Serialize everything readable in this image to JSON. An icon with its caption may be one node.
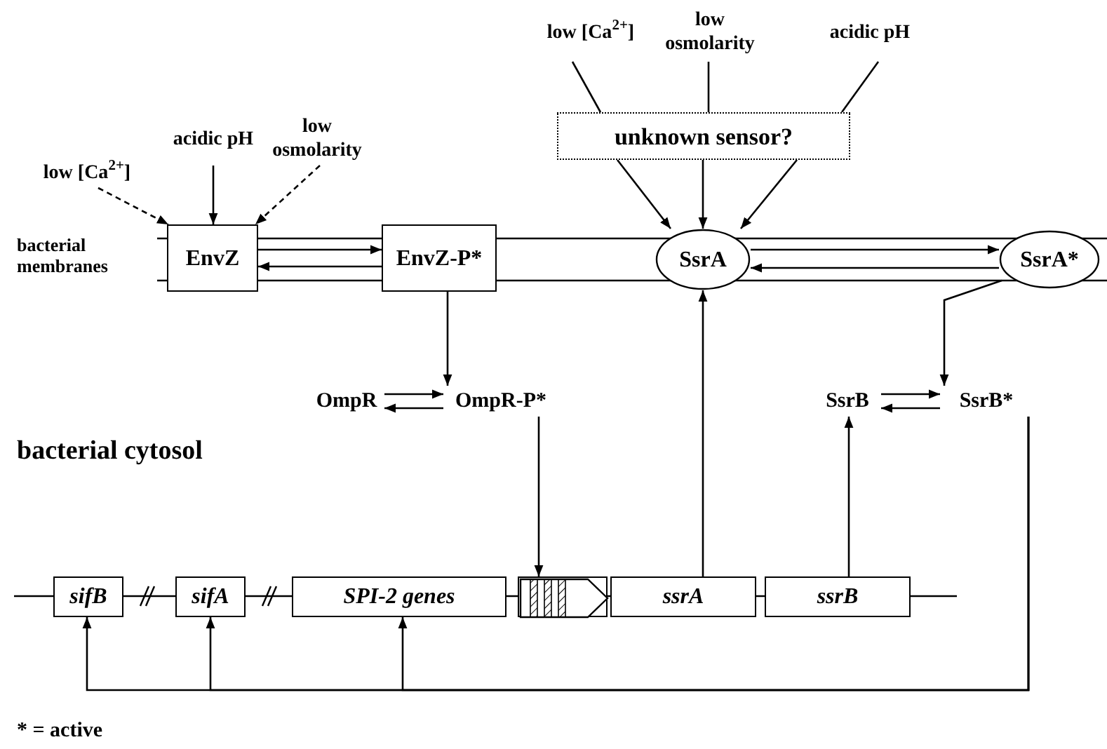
{
  "diagram": {
    "nodes": [
      {
        "text": [
          "low [Ca$^{2+}$]"
        ]
      },
      {
        "text": [
          "acidic pH"
        ]
      },
      {
        "text": [
          "low osmolarity"
        ]
      },
      {
        "text": [
          "EnvZ"
        ]
      },
      {
        "text": [
          "EnvZ-P*"
        ]
      },
      {
        "text": [
          "low [Ca$^{2+}$]"
        ]
      },
      {
        "text": [
          "low osmolarity"
        ]
      },
      {
        "text": [
          "acidic pH"
        ]
      },
      {
        "text": [
          "unknown sensor?"
        ]
      },
      {
        "text": [
          "SsrA"
        ]
      },
      {
        "text": [
          "SsrA*"
        ]
      },
      {
        "text": [
          "OmpR"
        ]
      },
      {
        "text": [
          "OmpR-P*"
        ]
      },
      {
        "text": [
          "SsrB"
        ]
      },
      {
        "text": [
          "SsrB*"
        ]
      },
      {
        "text": [
          "sifB"
        ]
      },
      {
        "text": [
          "sifA"
        ]
      },
      {
        "text": [
          "SPI-2 genes"
        ]
      },
      {
        "text": [],
        "shape": "box"
      },
      {
        "text": [
          "ssrA"
        ]
      },
      {
        "text": [
          "ssrB"
        ]
      }
    ],
    "edges": [
      {
        "from": 0,
        "to": 3,
        "arrow": "to",
        "style": "dashed"
      },
      {
        "from": 1,
        "to": 3,
        "arrow": "to"
      },
      {
        "from": 2,
        "to": 3,
        "arrow": "to",
        "style": "dashed"
      },
      {
        "from": 3,
        "to": 4,
        "arrow": "to"
      },
      {
        "from": 4,
        "to": 3,
        "arrow": "to"
      },
      {
        "from": 4,
        "to": 12,
        "arrow": "to"
      },
      {
        "from": 11,
        "to": 12,
        "arrow": "to"
      },
      {
        "from": 12,
        "to": 11,
        "arrow": "to"
      },
      {
        "from": 12,
        "to": 18,
        "arrow": "to"
      },
      {
        "from": 5,
        "to": 8,
        "arrow": "none"
      },
      {
        "from": 6,
        "to": 8,
        "arrow": "none"
      },
      {
        "from": 7,
        "to": 8,
        "arrow": "none"
      },
      {
        "from": 8,
        "to": 9,
        "arrow": "to"
      },
      {
        "from": 8,
        "to": 9,
        "arrow": "to"
      },
      {
        "from": 8,
        "to": 9,
        "arrow": "to"
      },
      {
        "from": 19,
        "to": 9,
        "arrow": "to"
      },
      {
        "from": 9,
        "to": 10,
        "arrow": "to"
      },
      {
        "from": 10,
        "to": 9,
        "arrow": "to"
      },
      {
        "from": 10,
        "to": 14,
        "arrow": "to"
      },
      {
        "from": 13,
        "to": 14,
        "arrow": "to"
      },
      {
        "from": 14,
        "to": 13,
        "arrow": "to"
      },
      {
        "from": 20,
        "to": 13,
        "arrow": "to"
      },
      {
        "from": 14,
        "to": 15,
        "arrow": "to"
      },
      {
        "from": 14,
        "to": 16,
        "arrow": "to"
      },
      {
        "from": 14,
        "to": 17,
        "arrow": "to"
      }
    ],
    "labels": [
      "bacterial membranes",
      "bacterial cytosol",
      "* = active"
    ]
  }
}
